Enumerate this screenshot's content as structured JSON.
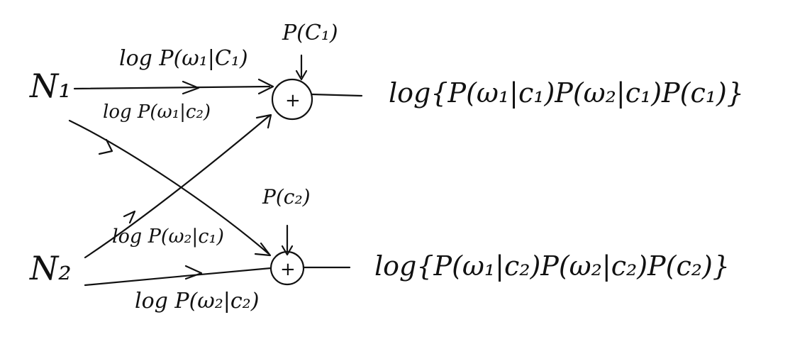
{
  "nodes": {
    "n1": "N₁",
    "n2": "N₂"
  },
  "edges": {
    "w1_c1": "log P(ω₁|C₁)",
    "w1_c2": "log P(ω₁|c₂)",
    "w2_c1": "log P(ω₂|c₁)",
    "w2_c2": "log P(ω₂|c₂)"
  },
  "priors": {
    "c1": "P(C₁)",
    "c2": "P(c₂)"
  },
  "sum_symbol": "+",
  "outputs": {
    "c1": "log{P(ω₁|c₁)P(ω₂|c₁)P(c₁)}",
    "c2": "log{P(ω₁|c₂)P(ω₂|c₂)P(c₂)}"
  },
  "colors": {
    "ink": "#111111",
    "background": "#ffffff"
  }
}
